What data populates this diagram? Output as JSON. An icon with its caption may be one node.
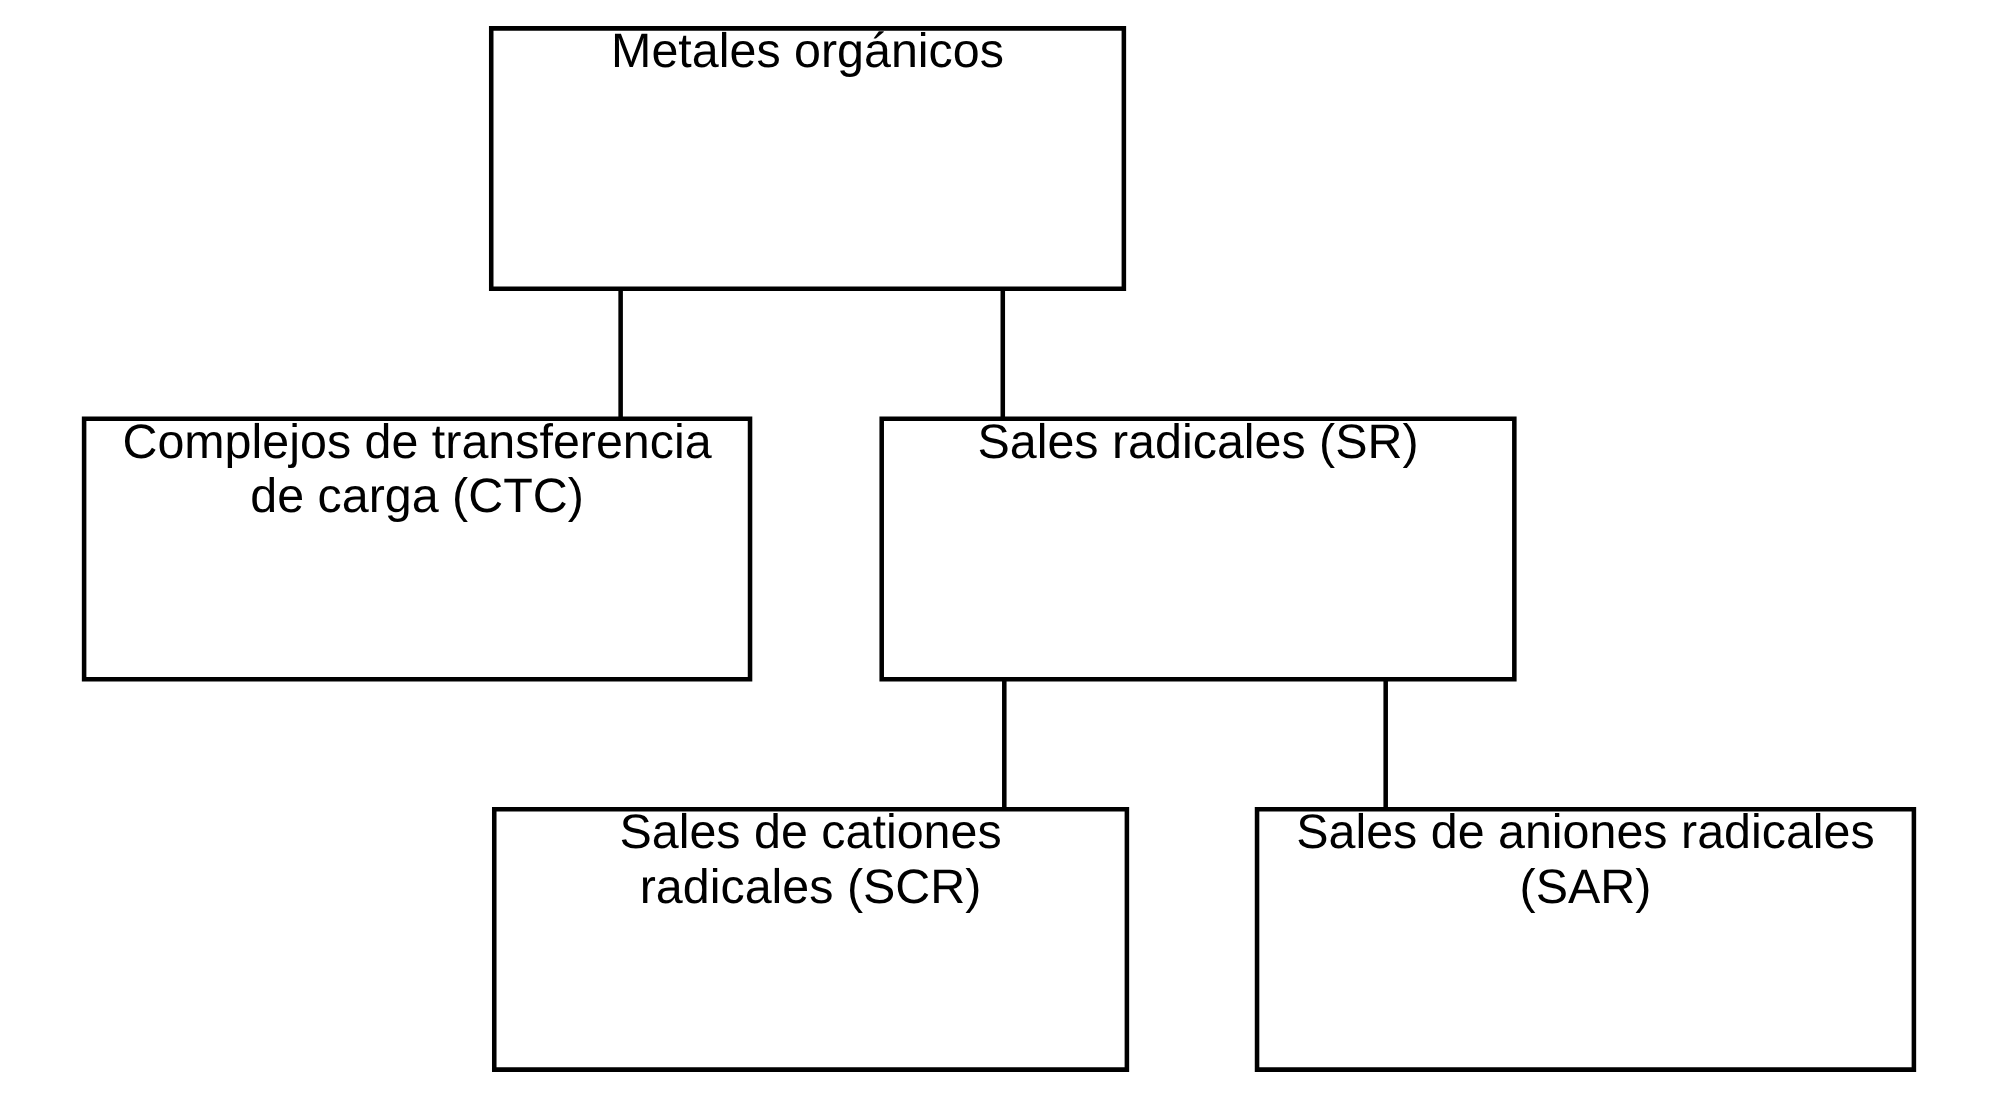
{
  "diagram": {
    "nodes": [
      {
        "text": [
          "Metales orgánicos"
        ]
      },
      {
        "text": [
          "Complejos de transferencia de carga (CTC)"
        ]
      },
      {
        "text": [
          "Sales radicales (SR)"
        ]
      },
      {
        "text": [
          "Sales de cationes radicales (SCR)"
        ]
      },
      {
        "text": [
          "Sales de aniones radicales (SAR)"
        ]
      }
    ],
    "edges": [
      {
        "from": 0,
        "to": 1,
        "arrow": "none"
      },
      {
        "from": 0,
        "to": 2,
        "arrow": "none"
      },
      {
        "from": 2,
        "to": 3,
        "arrow": "none"
      },
      {
        "from": 2,
        "to": 4,
        "arrow": "none"
      }
    ]
  }
}
